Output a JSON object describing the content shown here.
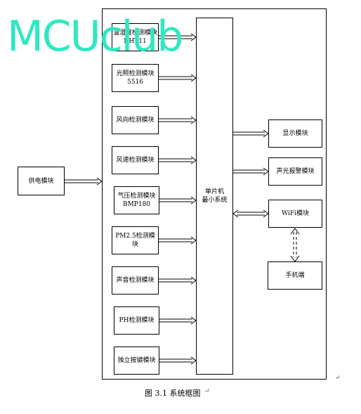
{
  "watermark": "MCUclub",
  "inputs": [
    {
      "label": "温湿度检测模块\nDHT11"
    },
    {
      "label": "光照检测模块\n5516"
    },
    {
      "label": "风向检测模块"
    },
    {
      "label": "风速检测模块"
    },
    {
      "label": "气压检测模块\nBMP180"
    },
    {
      "label": "PM2.5检测模块"
    },
    {
      "label": "声音检测模块"
    },
    {
      "label": "PH检测模块"
    },
    {
      "label": "独立按键模块"
    }
  ],
  "power": {
    "label": "供电模块"
  },
  "mcu": {
    "label": "单片机\n最小系统"
  },
  "outputs": [
    {
      "label": "显示模块"
    },
    {
      "label": "声光报警模块"
    },
    {
      "label": "WiFi模块"
    }
  ],
  "phone": {
    "label": "手机端"
  },
  "caption": "图 3.1 系统框图",
  "paragraph_marks": [
    "↵",
    "↵"
  ]
}
